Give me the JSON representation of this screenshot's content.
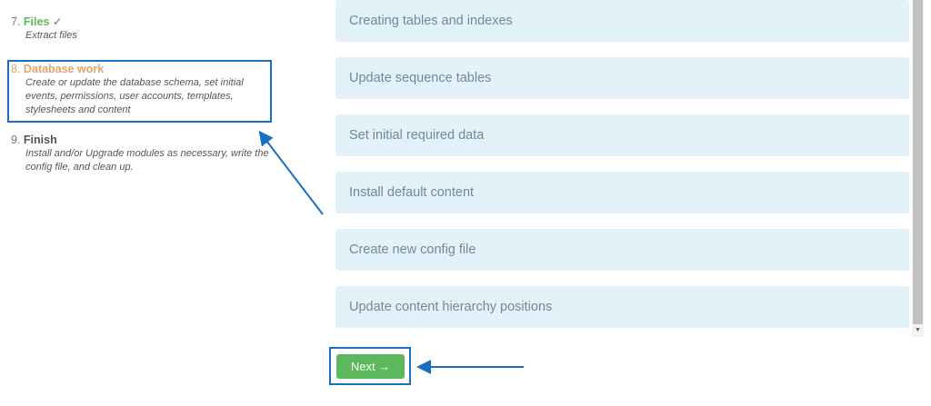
{
  "sidebar": {
    "steps": [
      {
        "number": "7.",
        "name": "Files",
        "check": "✓",
        "status": "done",
        "description": "Extract files"
      },
      {
        "number": "8.",
        "name": "Database work",
        "status": "active",
        "description": "Create or update the database schema, set initial events, permissions, user accounts, templates, stylesheets and content"
      },
      {
        "number": "9.",
        "name": "Finish",
        "status": "pending",
        "description": "Install and/or Upgrade modules as necessary, write the config file, and clean up."
      }
    ]
  },
  "tasks": [
    {
      "label": "Creating tables and indexes"
    },
    {
      "label": "Update sequence tables"
    },
    {
      "label": "Set initial required data"
    },
    {
      "label": "Install default content"
    },
    {
      "label": "Create new config file"
    },
    {
      "label": "Update content hierarchy positions"
    }
  ],
  "actions": {
    "next_label": "Next →"
  },
  "scrollbar": {
    "down_arrow": "▼"
  },
  "colors": {
    "done": "#5cb85c",
    "active": "#e0a46e",
    "task_bg": "#e3f2f9",
    "annotation": "#1a6fc4",
    "button": "#5cb85c"
  }
}
